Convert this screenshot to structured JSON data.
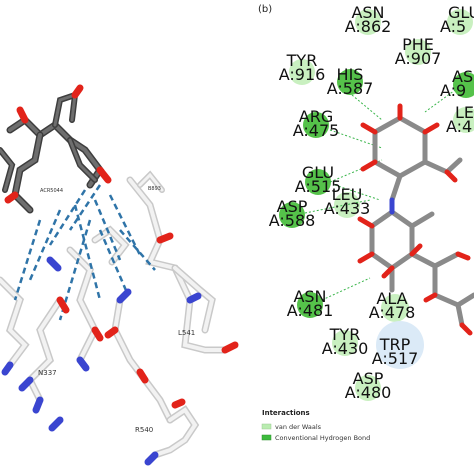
{
  "panel_label": "(b)",
  "residues_3d": [
    {
      "id": "l541",
      "label": "L541"
    },
    {
      "id": "n337",
      "label": "N337"
    },
    {
      "id": "r540",
      "label": "R540"
    },
    {
      "id": "b893",
      "label": "B893"
    },
    {
      "id": "acr",
      "label": "ACR5044"
    }
  ],
  "residues_2d": [
    {
      "id": "asn862",
      "name": "ASN",
      "num": "A:862",
      "type": "vdw"
    },
    {
      "id": "glu-top",
      "name": "GLU",
      "num": "A:5",
      "type": "vdw"
    },
    {
      "id": "phe907",
      "name": "PHE",
      "num": "A:907",
      "type": "vdw"
    },
    {
      "id": "tyr916",
      "name": "TYR",
      "num": "A:916",
      "type": "vdw"
    },
    {
      "id": "his587",
      "name": "HIS",
      "num": "A:587",
      "type": "hbond"
    },
    {
      "id": "asn-right",
      "name": "ASN",
      "num": "A:9",
      "type": "hbond"
    },
    {
      "id": "arg475",
      "name": "ARG",
      "num": "A:475",
      "type": "hbond"
    },
    {
      "id": "leu-right",
      "name": "LE",
      "num": "A:4",
      "type": "vdw"
    },
    {
      "id": "glu515",
      "name": "GLU",
      "num": "A:515",
      "type": "hbond"
    },
    {
      "id": "leu433",
      "name": "LEU",
      "num": "A:433",
      "type": "vdw"
    },
    {
      "id": "asp588",
      "name": "ASP",
      "num": "A:588",
      "type": "hbond"
    },
    {
      "id": "asn481",
      "name": "ASN",
      "num": "A:481",
      "type": "hbond"
    },
    {
      "id": "ala478",
      "name": "ALA",
      "num": "A:478",
      "type": "vdw"
    },
    {
      "id": "tyr430",
      "name": "TYR",
      "num": "A:430",
      "type": "vdw"
    },
    {
      "id": "trp517",
      "name": "TRP",
      "num": "A:517",
      "type": "pale"
    },
    {
      "id": "asp480",
      "name": "ASP",
      "num": "A:480",
      "type": "vdw"
    }
  ],
  "legend": {
    "title": "Interactions",
    "items": [
      {
        "label": "van der Waals",
        "color": "#b9ecb0"
      },
      {
        "label": "Conventional Hydrogen Bond",
        "color": "#3dbb3d"
      }
    ]
  },
  "colors": {
    "vdw": "#c9f0c0",
    "hbond": "#55c24a",
    "pale": "#dbeaf7",
    "carbon": "#8a8a8a",
    "oxygen": "#e2231a",
    "nitrogen": "#3a45d0",
    "hbond_line": "#2f74a8",
    "contact_line": "#39b54a"
  }
}
